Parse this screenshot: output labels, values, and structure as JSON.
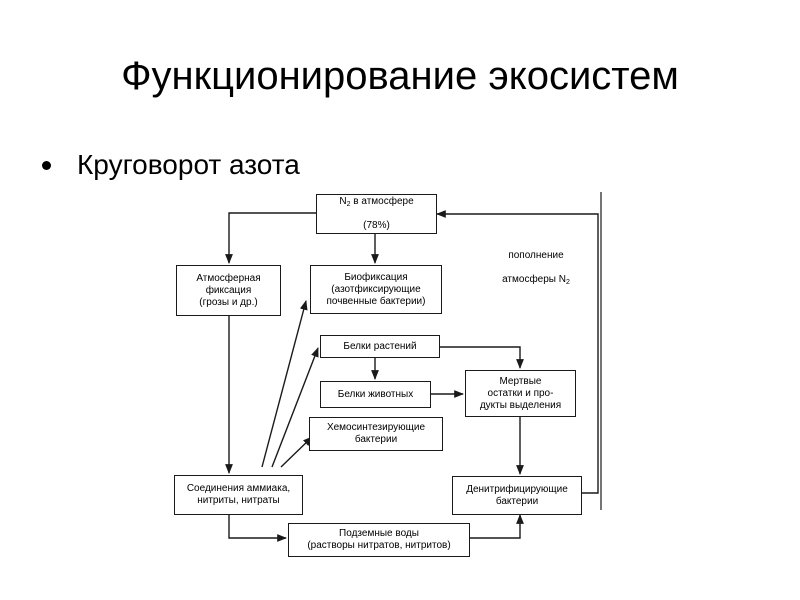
{
  "slide": {
    "title": "Функционирование экосистем",
    "bullet": "Круговорот азота"
  },
  "diagram": {
    "n2_atmosphere": {
      "prefix": "N",
      "sub": "2",
      "suffix": " в атмосфере",
      "line2": "(78%)"
    },
    "atmospheric_fixation": "Атмосферная\nфиксация\n(грозы и др.)",
    "biofixation": "Биофиксация\n(азотфиксирующие\nпочвенные бактерии)",
    "plant_proteins": "Белки растений",
    "animal_proteins": "Белки животных",
    "dead_remains": "Мертвые\nостатки и про-\nдукты выделения",
    "chemosynthetic": "Хемосинтезирующие\nбактерии",
    "ammonia_compounds": "Соединения аммиака,\nнитриты, нитраты",
    "denitrifying": "Денитрифицирующие\nбактерии",
    "groundwater": "Подземные воды\n(растворы нитратов, нитритов)",
    "replenishment_note": {
      "line1": "пополнение",
      "line2_prefix": "атмосферы N",
      "sub": "2"
    }
  }
}
